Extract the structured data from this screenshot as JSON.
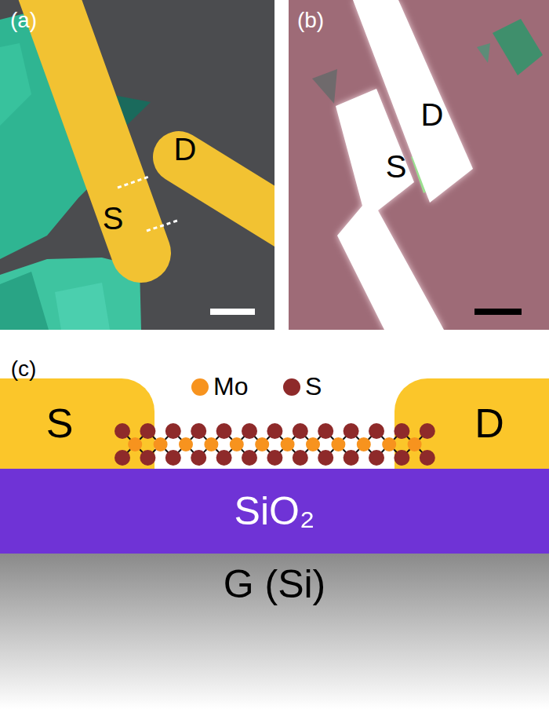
{
  "diagram": {
    "nodes": [
      {
        "text": [
          "S"
        ]
      },
      {
        "text": [
          "D"
        ]
      },
      {
        "text": [
          "SiO₂"
        ]
      },
      {
        "text": [
          "G (Si)"
        ]
      }
    ],
    "labels": [
      "(a)",
      "S",
      "D",
      "(b)",
      "S",
      "D",
      "(c)"
    ],
    "legend": [
      {
        "text": "Mo",
        "color": "#f7931e"
      },
      {
        "text": "S",
        "color": "#8e2a2a"
      }
    ]
  }
}
